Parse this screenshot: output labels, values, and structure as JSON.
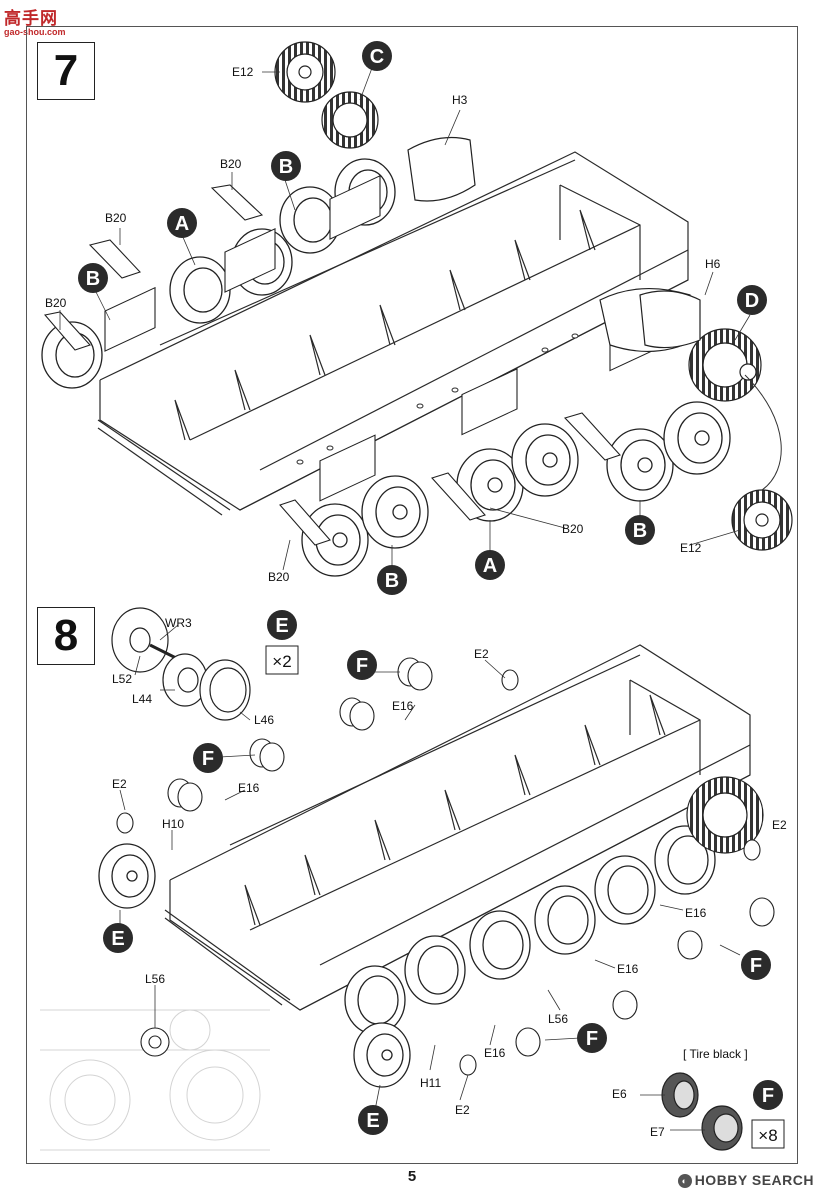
{
  "watermark": {
    "top": "高手网",
    "bottom": "gao-shou.com"
  },
  "page_number": "5",
  "footer_brand": "HOBBY SEARCH",
  "steps": [
    {
      "number": "7",
      "labels": [
        "E12",
        "C",
        "H3",
        "B20",
        "B",
        "B20",
        "A",
        "B",
        "B20",
        "H6",
        "D",
        "B20",
        "B",
        "E12",
        "A",
        "B",
        "B20"
      ]
    },
    {
      "number": "8",
      "labels": [
        "WR3",
        "E",
        "×2",
        "L52",
        "L44",
        "L46",
        "F",
        "E2",
        "E16",
        "F",
        "E16",
        "E2",
        "H10",
        "E",
        "E2",
        "E16",
        "F",
        "E16",
        "L56",
        "F",
        "E16",
        "H11",
        "E2",
        "E",
        "L56",
        "[ Tire black ]",
        "E6",
        "E7",
        "F",
        "×8"
      ]
    }
  ],
  "colors": {
    "line": "#2a2a2a",
    "badge": "#2b2b2b",
    "accent": "#c0282a"
  }
}
